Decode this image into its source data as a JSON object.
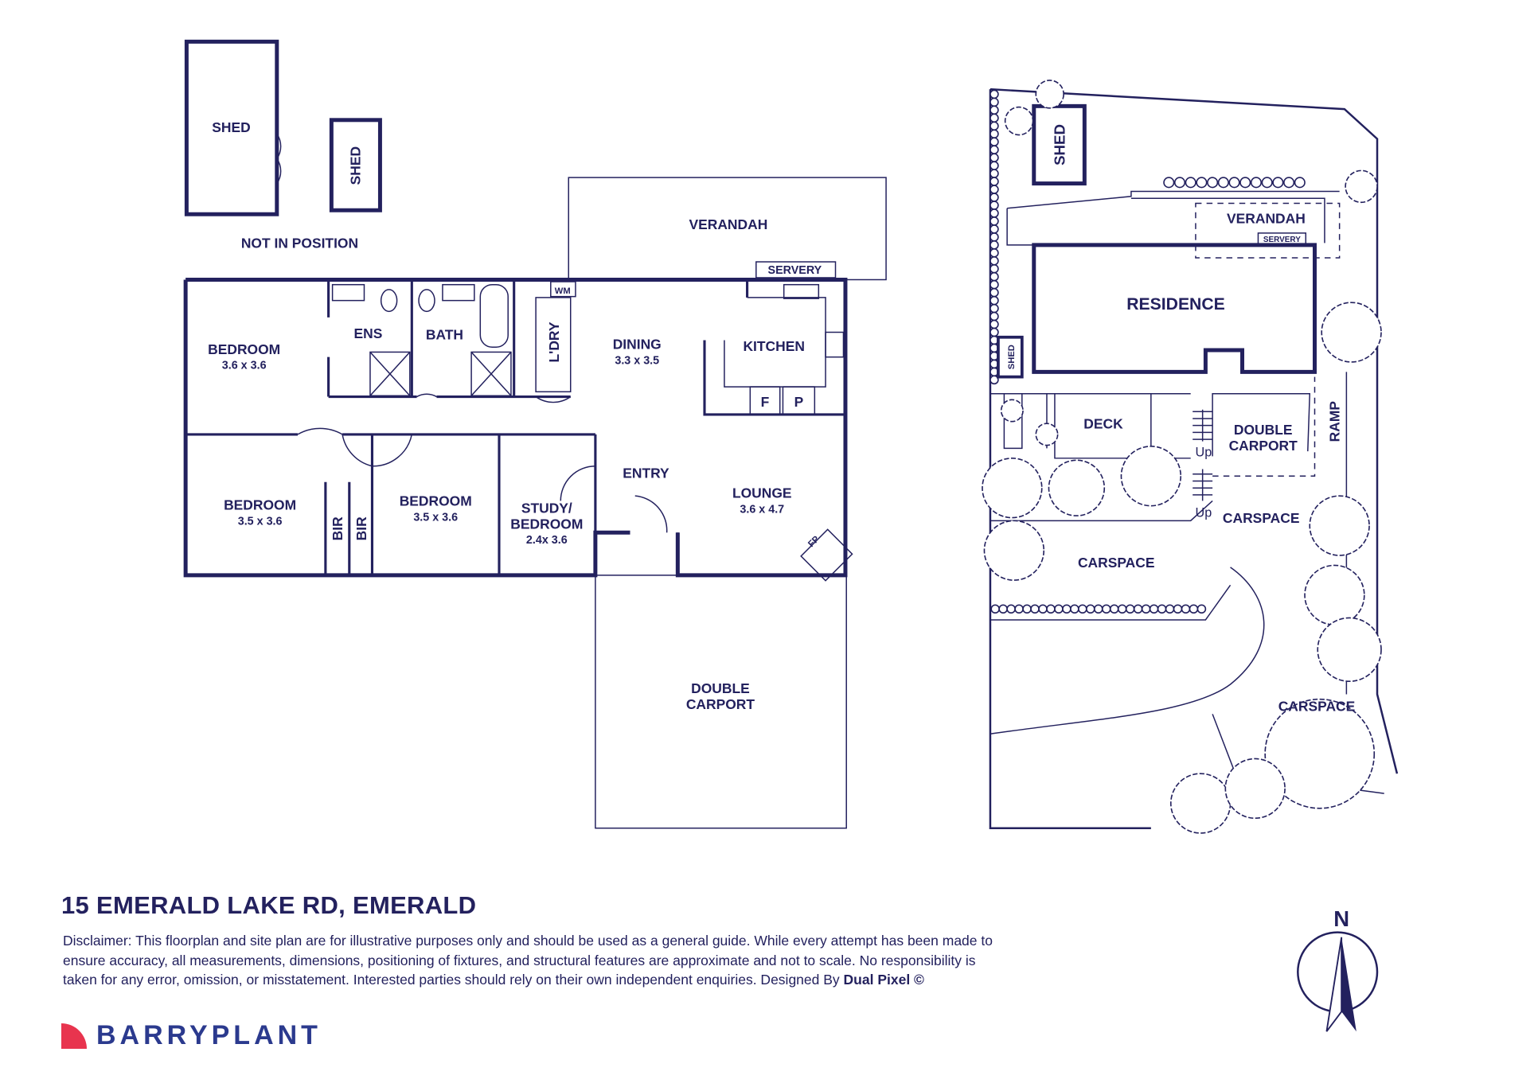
{
  "colors": {
    "ink": "#23215e",
    "brand_red": "#e8344e",
    "brand_blue": "#2b3a8e"
  },
  "floorplan": {
    "shed_large": "SHED",
    "shed_small": "SHED",
    "not_in_position": "NOT IN POSITION",
    "verandah": "VERANDAH",
    "servery": "SERVERY",
    "wm": "WM",
    "bedroom1": {
      "name": "BEDROOM",
      "dims": "3.6 x 3.6"
    },
    "ens": "ENS",
    "bath": "BATH",
    "ldry": "L'DRY",
    "dining": {
      "name": "DINING",
      "dims": "3.3 x 3.5"
    },
    "kitchen": "KITCHEN",
    "fridge": "F",
    "pantry": "P",
    "bedroom2": {
      "name": "BEDROOM",
      "dims": "3.5 x 3.6"
    },
    "bir1": "BIR",
    "bir2": "BIR",
    "bedroom3": {
      "name": "BEDROOM",
      "dims": "3.5 x 3.6"
    },
    "study": {
      "name1": "STUDY/",
      "name2": "BEDROOM",
      "dims": "2.4x 3.6"
    },
    "entry": "ENTRY",
    "lounge": {
      "name": "LOUNGE",
      "dims": "3.6 x 4.7"
    },
    "fp": "FP",
    "carport": {
      "line1": "DOUBLE",
      "line2": "CARPORT"
    }
  },
  "siteplan": {
    "shed": "SHED",
    "shed_small": "SHED",
    "verandah": "VERANDAH",
    "servery": "SERVERY",
    "residence": "RESIDENCE",
    "deck": "DECK",
    "carport": {
      "line1": "DOUBLE",
      "line2": "CARPORT"
    },
    "ramp": "RAMP",
    "up1": "Up",
    "up2": "Up",
    "carspace1": "CARSPACE",
    "carspace2": "CARSPACE",
    "carspace3": "CARSPACE"
  },
  "compass": {
    "north": "N"
  },
  "footer": {
    "address": "15 EMERALD LAKE RD, EMERALD",
    "disclaimer": "Disclaimer: This floorplan and site plan are for illustrative purposes only and should be used as a general guide. While every attempt has been made to ensure accuracy, all measurements, dimensions, positioning of fixtures, and structural features are approximate and not to scale. No responsibility is taken for any error, omission, or misstatement. Interested parties should rely on their own independent enquiries. Designed By",
    "designer": "Dual Pixel ©",
    "brand": "BARRYPLANT"
  }
}
